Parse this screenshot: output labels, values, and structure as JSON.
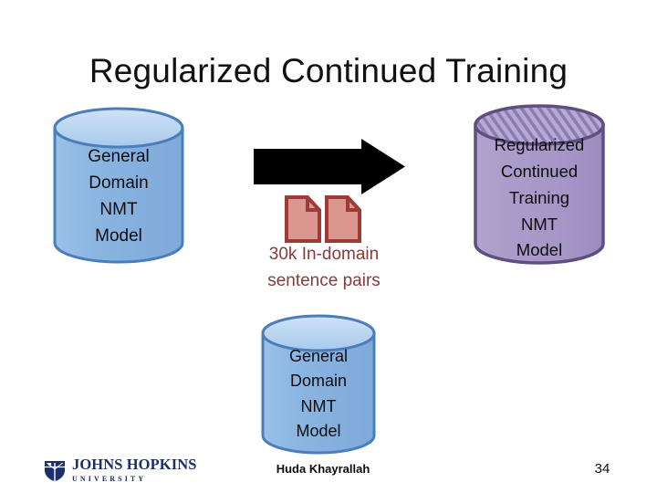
{
  "slide": {
    "title": "Regularized Continued Training",
    "page_number": "34",
    "author": "Huda Khayrallah",
    "background_color": "#ffffff"
  },
  "colors": {
    "blue_cylinder_fill": "#8ab4e0",
    "blue_cylinder_top": "#bcd8f2",
    "blue_cylinder_stroke": "#4a7ebb",
    "purple_cylinder_fill": "#ab9ccb",
    "purple_cylinder_top": "#b4a6d1",
    "purple_cylinder_stroke": "#5f4f80",
    "arrow_color": "#000000",
    "document_fill": "#dd9791",
    "document_stroke": "#9e3b36",
    "caption_text": "#893b3b",
    "title_text": "#111111",
    "logo_navy": "#1b2f6b"
  },
  "diagram": {
    "source_model": {
      "icon": "database-cylinder-icon",
      "lines": [
        "General",
        "Domain",
        "NMT",
        "Model"
      ],
      "fill": "#8ab4e0",
      "pattern": "solid"
    },
    "training_data": {
      "icon": "documents-icon",
      "document_count": 2,
      "caption_lines": [
        "30k In-domain",
        "sentence pairs"
      ],
      "color": "#893b3b"
    },
    "arrow": {
      "icon": "right-arrow-icon",
      "direction": "right",
      "color": "#000000"
    },
    "regularizer_model": {
      "icon": "database-cylinder-icon",
      "lines": [
        "General",
        "Domain",
        "NMT",
        "Model"
      ],
      "fill": "#8ab4e0",
      "pattern": "solid"
    },
    "result_model": {
      "icon": "database-cylinder-icon",
      "lines": [
        "Regularized",
        "Continued",
        "Training",
        "NMT",
        "Model"
      ],
      "fill": "#ab9ccb",
      "pattern": "diagonal-hatch-top"
    }
  },
  "footer": {
    "logo": {
      "icon": "jhu-shield-icon",
      "wordmark_main": "JOHNS HOPKINS",
      "wordmark_sub": "UNIVERSITY"
    }
  }
}
